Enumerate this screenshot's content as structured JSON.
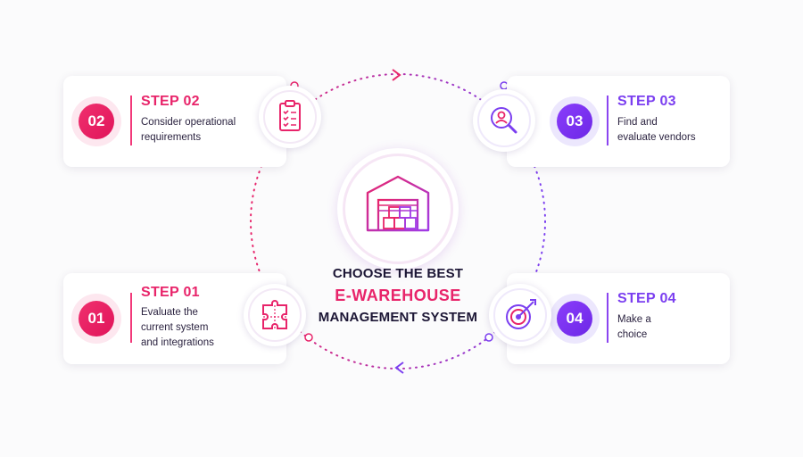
{
  "center": {
    "line1": "CHOOSE THE BEST",
    "line2": "E-WAREHOUSE",
    "line3": "MANAGEMENT SYSTEM",
    "icon": "warehouse-icon"
  },
  "steps": [
    {
      "number": "01",
      "title": "STEP 01",
      "desc_lines": [
        "Evaluate the",
        "current system",
        "and integrations"
      ],
      "icon": "puzzle-icon",
      "color": "#e8246a"
    },
    {
      "number": "02",
      "title": "STEP 02",
      "desc_lines": [
        "Consider operational",
        "requirements"
      ],
      "icon": "clipboard-checklist-icon",
      "color": "#e8246a"
    },
    {
      "number": "03",
      "title": "STEP 03",
      "desc_lines": [
        "Find and",
        "evaluate vendors"
      ],
      "icon": "user-search-icon",
      "color": "#7b3ff0"
    },
    {
      "number": "04",
      "title": "STEP 04",
      "desc_lines": [
        "Make a",
        "choice"
      ],
      "icon": "target-arrow-icon",
      "color": "#7b3ff0"
    }
  ],
  "colors": {
    "pink": "#e8246a",
    "purple": "#7b3ff0",
    "dark": "#1c1635"
  }
}
